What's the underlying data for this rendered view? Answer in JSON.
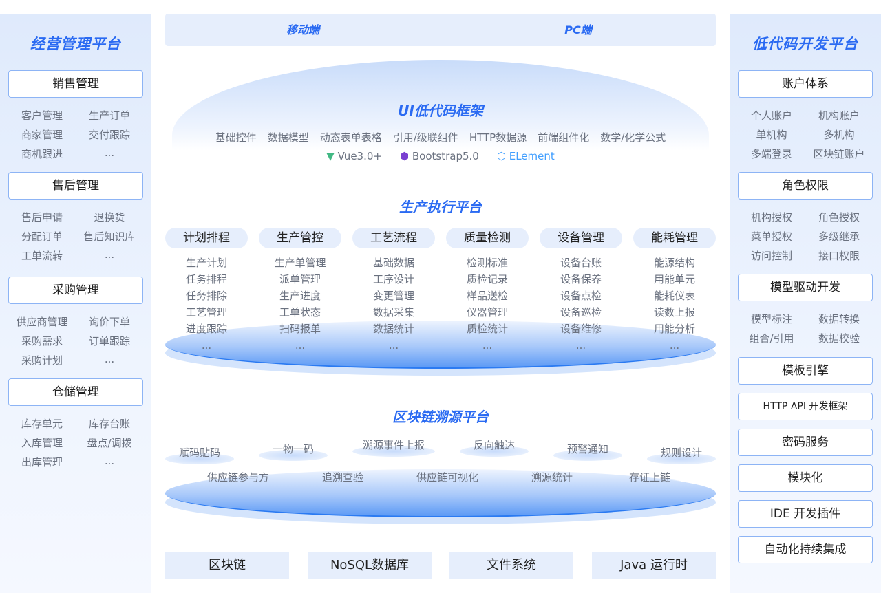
{
  "left": {
    "title": "经营管理平台",
    "groups": [
      {
        "label": "销售管理",
        "items": [
          "客户管理",
          "生产订单",
          "商家管理",
          "交付跟踪",
          "商机跟进",
          "..."
        ]
      },
      {
        "label": "售后管理",
        "items": [
          "售后申请",
          "退换货",
          "分配订单",
          "售后知识库",
          "工单流转",
          "..."
        ]
      },
      {
        "label": "采购管理",
        "items": [
          "供应商管理",
          "询价下单",
          "采购需求",
          "订单跟踪",
          "采购计划",
          "..."
        ]
      },
      {
        "label": "仓储管理",
        "items": [
          "库存单元",
          "库存台账",
          "入库管理",
          "盘点/调拨",
          "出库管理",
          "..."
        ]
      }
    ]
  },
  "right": {
    "title": "低代码开发平台",
    "groups": [
      {
        "label": "账户体系",
        "items": [
          "个人账户",
          "机构账户",
          "单机构",
          "多机构",
          "多端登录",
          "区块链账户"
        ]
      },
      {
        "label": "角色权限",
        "items": [
          "机构授权",
          "角色授权",
          "菜单授权",
          "多级继承",
          "访问控制",
          "接口权限"
        ]
      },
      {
        "label": "模型驱动开发",
        "items": [
          "模型标注",
          "数据转换",
          "组合/引用",
          "数据校验"
        ]
      }
    ],
    "boxes": [
      "模板引擎",
      "HTTP API 开发框架",
      "密码服务",
      "模块化",
      "IDE 开发插件",
      "自动化持续集成"
    ]
  },
  "top": {
    "tabs": [
      "移动端",
      "PC端"
    ]
  },
  "ui": {
    "title": "UI低代码框架",
    "features": [
      "基础控件",
      "数据模型",
      "动态表单表格",
      "引用/级联组件",
      "HTTP数据源",
      "前端组件化",
      "数学/化学公式"
    ],
    "tech": [
      "Vue3.0+",
      "Bootstrap5.0",
      "ELement"
    ]
  },
  "mes": {
    "title": "生产执行平台",
    "columns": [
      {
        "label": "计划排程",
        "items": [
          "生产计划",
          "任务排程",
          "任务排除",
          "工艺管理",
          "进度跟踪",
          "..."
        ]
      },
      {
        "label": "生产管控",
        "items": [
          "生产单管理",
          "派单管理",
          "生产进度",
          "工单状态",
          "扫码报单",
          "..."
        ]
      },
      {
        "label": "工艺流程",
        "items": [
          "基础数据",
          "工序设计",
          "变更管理",
          "数据采集",
          "数据统计",
          "..."
        ]
      },
      {
        "label": "质量检测",
        "items": [
          "检测标准",
          "质检记录",
          "样品送检",
          "仪器管理",
          "质检统计",
          "..."
        ]
      },
      {
        "label": "设备管理",
        "items": [
          "设备台账",
          "设备保养",
          "设备点检",
          "设备巡检",
          "设备维修",
          "..."
        ]
      },
      {
        "label": "能耗管理",
        "items": [
          "能源结构",
          "用能单元",
          "能耗仪表",
          "读数上报",
          "用能分析",
          "..."
        ]
      }
    ]
  },
  "chain": {
    "title": "区块链溯源平台",
    "row1": [
      "赋码贴码",
      "一物一码",
      "溯源事件上报",
      "反向触达",
      "预警通知",
      "规则设计"
    ],
    "row2": [
      "供应链参与方",
      "追溯查验",
      "供应链可视化",
      "溯源统计",
      "存证上链"
    ]
  },
  "base": [
    "区块链",
    "NoSQL数据库",
    "文件系统",
    "Java 运行时"
  ]
}
